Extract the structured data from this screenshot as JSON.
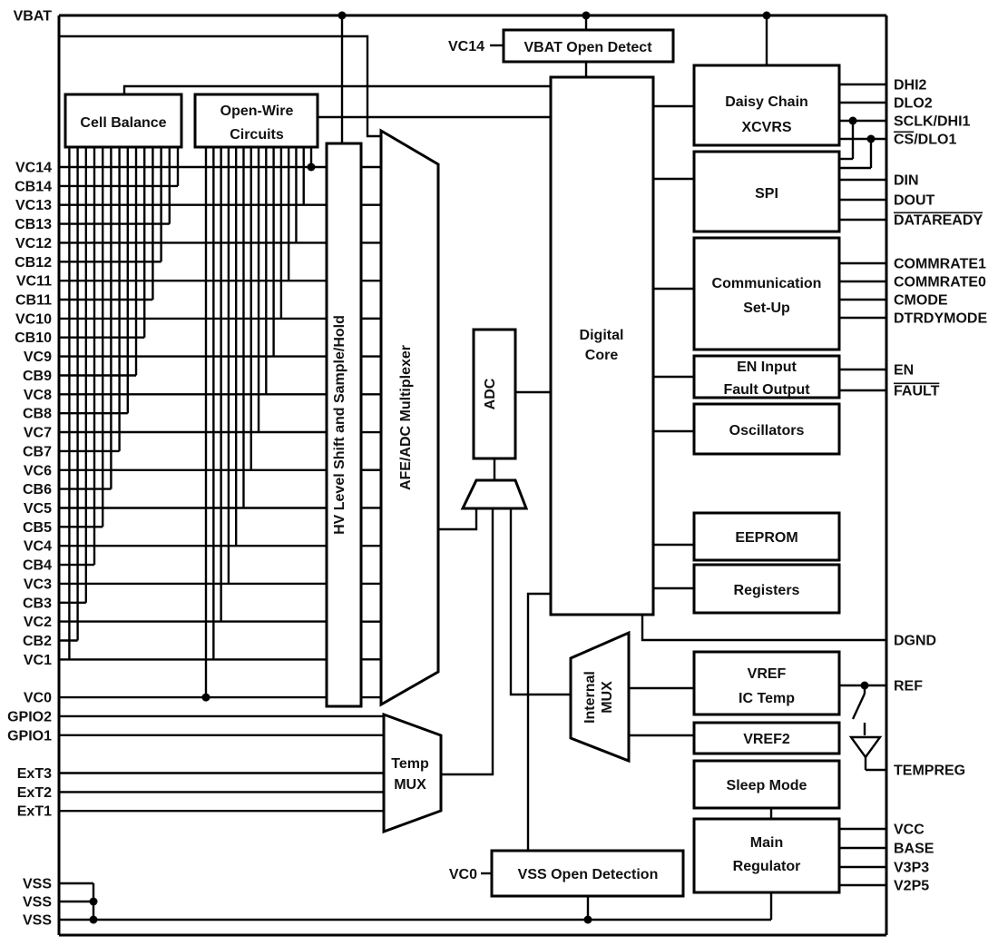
{
  "pins": {
    "left": [
      "VBAT",
      "VC14",
      "CB14",
      "VC13",
      "CB13",
      "VC12",
      "CB12",
      "VC11",
      "CB11",
      "VC10",
      "CB10",
      "VC9",
      "CB9",
      "VC8",
      "CB8",
      "VC7",
      "CB7",
      "VC6",
      "CB6",
      "VC5",
      "CB5",
      "VC4",
      "CB4",
      "VC3",
      "CB3",
      "VC2",
      "CB2",
      "VC1",
      "VC0",
      "GPIO2",
      "GPIO1",
      "ExT3",
      "ExT2",
      "ExT1",
      "VSS",
      "VSS",
      "VSS"
    ],
    "right": [
      {
        "label": "DHI2"
      },
      {
        "label": "DLO2"
      },
      {
        "label": "SCLK/DHI1"
      },
      {
        "label": "CS/DLO1",
        "overline": "CS"
      },
      {
        "label": "DIN"
      },
      {
        "label": "DOUT"
      },
      {
        "label": "DATAREADY",
        "overline": "DATAREADY"
      },
      {
        "label": "COMMRATE1"
      },
      {
        "label": "COMMRATE0"
      },
      {
        "label": "CMODE"
      },
      {
        "label": "DTRDYMODE"
      },
      {
        "label": "EN"
      },
      {
        "label": "FAULT",
        "overline": "FAULT"
      },
      {
        "label": "DGND"
      },
      {
        "label": "REF"
      },
      {
        "label": "TEMPREG"
      },
      {
        "label": "VCC"
      },
      {
        "label": "BASE"
      },
      {
        "label": "V3P3"
      },
      {
        "label": "V2P5"
      }
    ]
  },
  "blocks": {
    "cell_balance": "Cell Balance",
    "open_wire_1": "Open-Wire",
    "open_wire_2": "Circuits",
    "vbat_open_detect": "VBAT Open Detect",
    "hv_level_shift": "HV Level Shift and Sample/Hold",
    "afe_adc_mux": "AFE/ADC Multiplexer",
    "adc": "ADC",
    "digital_core_1": "Digital",
    "digital_core_2": "Core",
    "daisy_1": "Daisy Chain",
    "daisy_2": "XCVRS",
    "spi": "SPI",
    "comm_1": "Communication",
    "comm_2": "Set-Up",
    "en_fault_1": "EN Input",
    "en_fault_2": "Fault Output",
    "oscillators": "Oscillators",
    "eeprom": "EEPROM",
    "registers": "Registers",
    "vref_1": "VREF",
    "vref_2": "IC Temp",
    "vref2": "VREF2",
    "sleep_mode": "Sleep Mode",
    "main_reg_1": "Main",
    "main_reg_2": "Regulator",
    "vss_open_detection": "VSS Open Detection",
    "temp_mux_1": "Temp",
    "temp_mux_2": "MUX",
    "internal_mux_1": "Internal",
    "internal_mux_2": "MUX",
    "vc14_input": "VC14",
    "vc0_input": "VC0"
  },
  "colors": {
    "line": "#000000",
    "text": "#111111",
    "background": "#ffffff"
  }
}
